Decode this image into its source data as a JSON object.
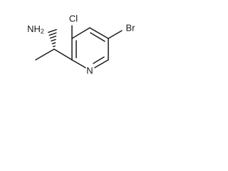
{
  "molecule": {
    "atoms": {
      "amine": "NH2",
      "chloro": "Cl",
      "ring_nitrogen": "N",
      "bromo": "Br"
    },
    "bond_color": "#1a1a1a",
    "background": "#ffffff"
  }
}
